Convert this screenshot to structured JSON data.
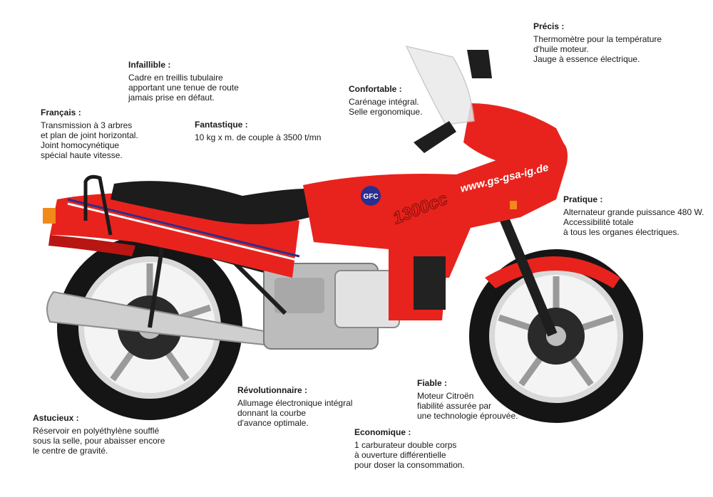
{
  "callouts": [
    {
      "id": "precis",
      "title": "Précis :",
      "body": "Thermomètre pour la température\nd'huile moteur.\nJauge à essence électrique."
    },
    {
      "id": "infaillible",
      "title": "Infaillible :",
      "body": "Cadre en treillis tubulaire\napportant une tenue de route\njamais prise en défaut."
    },
    {
      "id": "confortable",
      "title": "Confortable :",
      "body": "Carénage intégral.\nSelle ergonomique."
    },
    {
      "id": "francais",
      "title": "Français :",
      "body": "Transmission à 3 arbres\net plan de joint horizontal.\nJoint homocynétique\nspécial haute vitesse."
    },
    {
      "id": "fantastique",
      "title": "Fantastique :",
      "body": "10 kg x m. de couple à 3500 t/mn"
    },
    {
      "id": "pratique",
      "title": "Pratique :",
      "body": "Alternateur grande puissance 480 W.\nAccessibilité totale\nà tous les organes électriques."
    },
    {
      "id": "fiable",
      "title": "Fiable :",
      "body": "Moteur Citroën\nfiabilité assurée par\nune technologie éprouvée."
    },
    {
      "id": "revolutionnaire",
      "title": "Révolutionnaire :",
      "body": "Allumage électronique intégral\ndonnant la courbe\nd'avance optimale."
    },
    {
      "id": "astucieux",
      "title": "Astucieux :",
      "body": "Réservoir en polyéthylène soufflé\nsous la selle, pour abaisser encore\nle centre de gravité."
    },
    {
      "id": "economique",
      "title": "Economique :",
      "body": "1 carburateur double corps\nà ouverture différentielle\npour doser la consommation."
    }
  ],
  "bike": {
    "website_text": "www.gs-gsa-ig.de",
    "displacement_badge": "1300cc",
    "logo_text": "GFC",
    "colors": {
      "body": "#e8231d",
      "body_dark": "#b81612",
      "seat": "#1c1c1c",
      "chrome": "#c9c9c9",
      "tyre": "#151515",
      "stripe_blue": "#2a2f8f"
    }
  }
}
